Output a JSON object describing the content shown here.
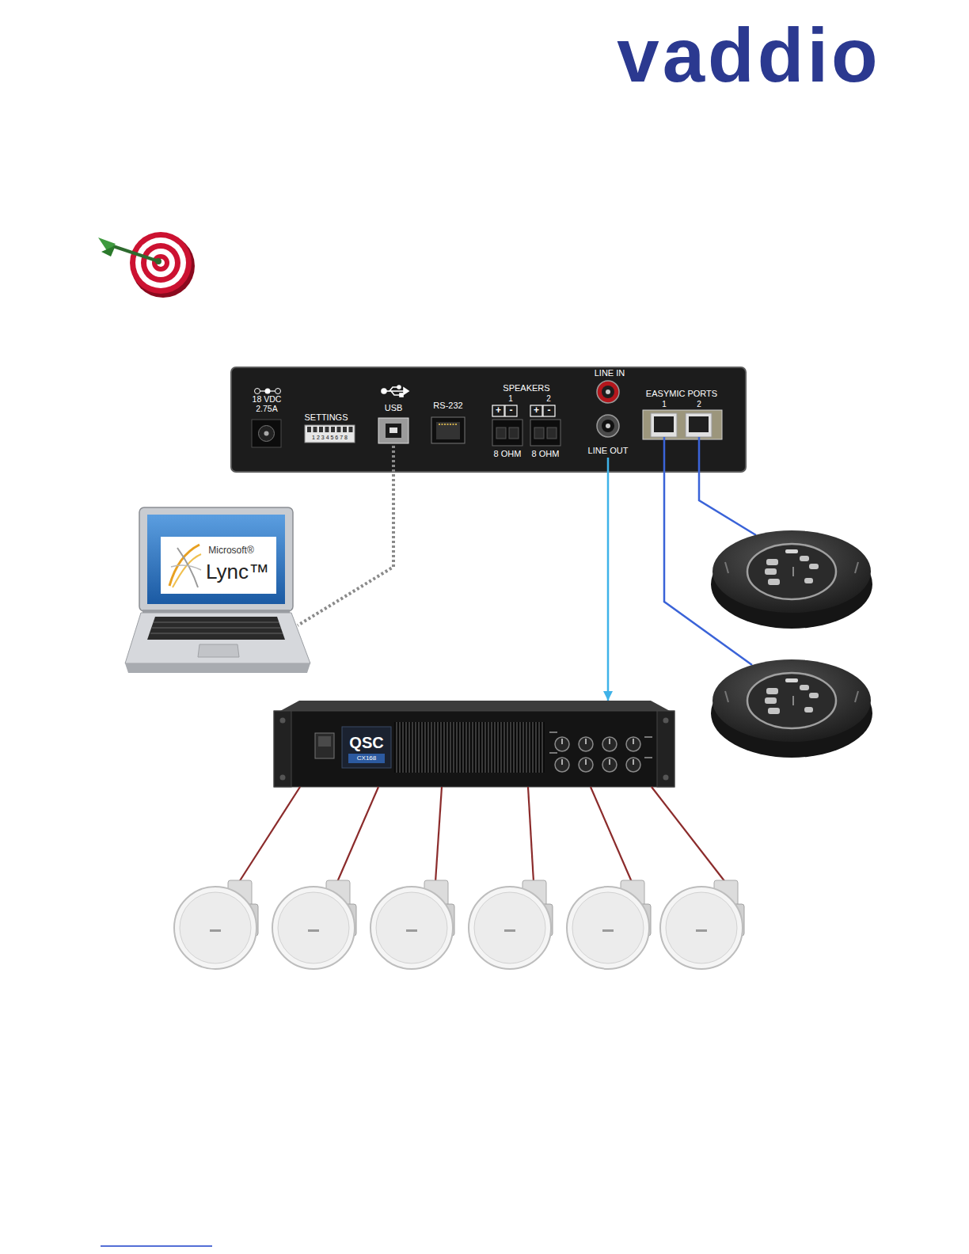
{
  "diagram": {
    "nodes": [
      {
        "text": [
          "18 VDC 2.75A",
          "SETTINGS",
          "1 2 3 4 5 6 7 8",
          "RS-232",
          "SPEAKERS",
          "1",
          "2",
          "+",
          "-",
          "+",
          "-",
          "8 OHM",
          "8 OHM",
          "LINE IN"
        ]
      },
      {
        "text": [
          "USB"
        ],
        "in": 0
      },
      {
        "text": [
          "LINE OUT"
        ],
        "in": 0
      },
      {
        "text": [
          "EASYMIC PORTS",
          "1",
          "2"
        ],
        "in": 0
      },
      {
        "text": [
          "Microsoft®",
          "Lync™"
        ]
      },
      {
        "text": [
          "QSC",
          "CX168"
        ]
      }
    ],
    "edges": [
      {
        "from": 1,
        "to": 4,
        "arrow": "none"
      },
      {
        "from": 2,
        "to": 5,
        "arrow": "to"
      }
    ],
    "labels": [
      "vaddio"
    ]
  }
}
